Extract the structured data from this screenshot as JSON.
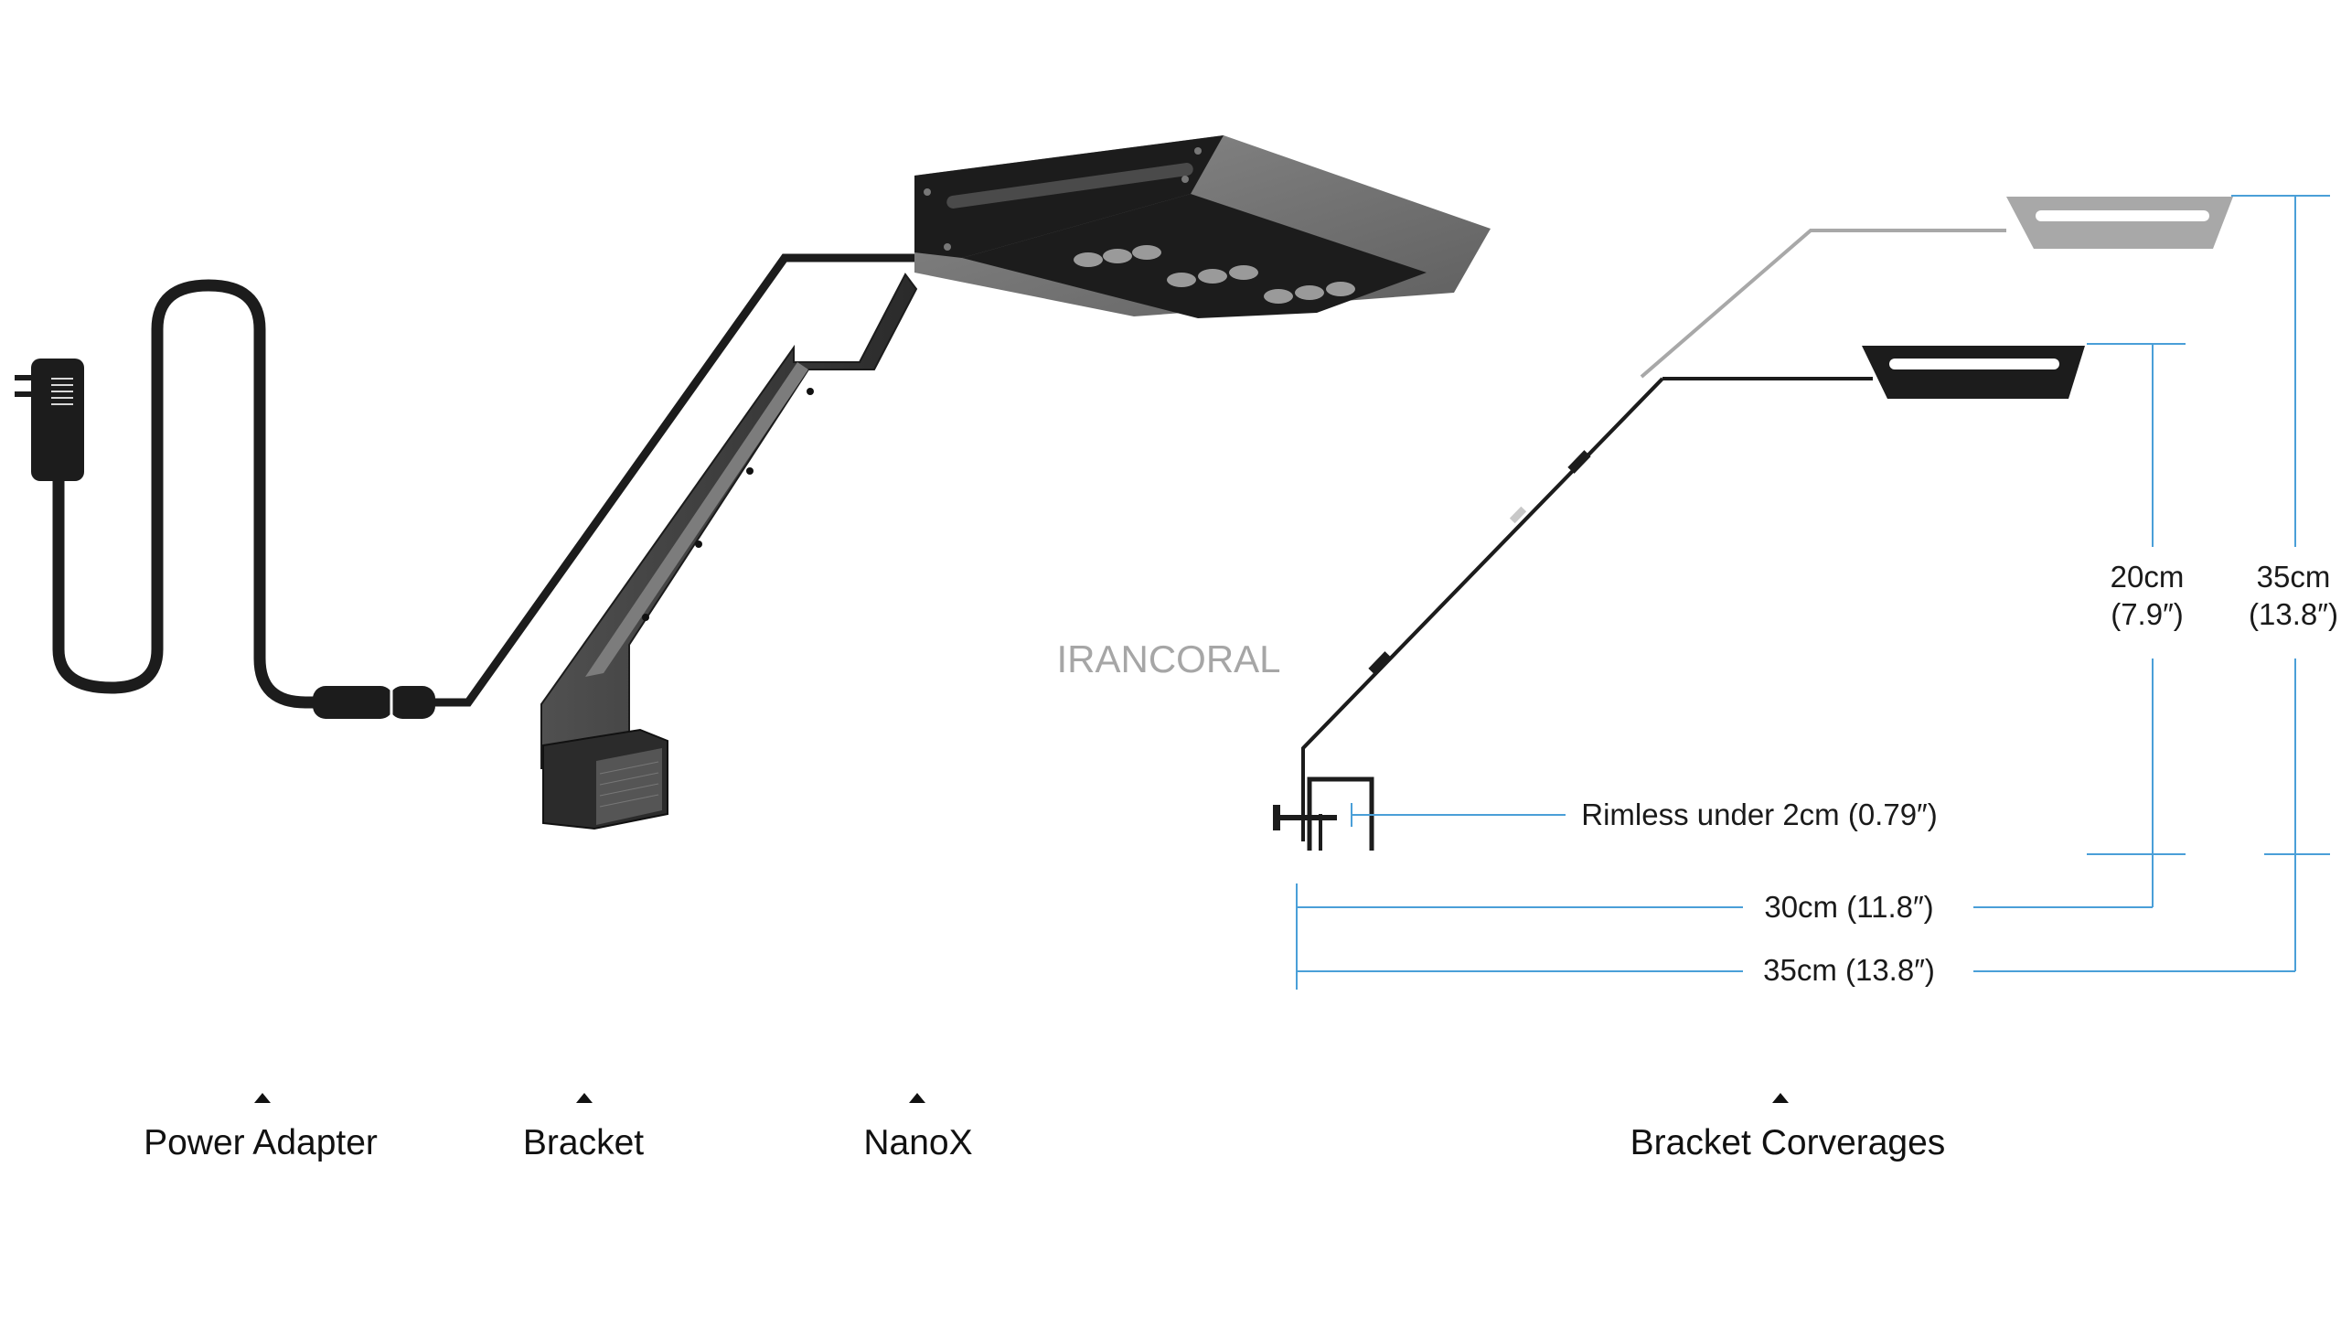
{
  "watermark": "IRANCORAL",
  "captions": {
    "power_adapter": "Power Adapter",
    "bracket": "Bracket",
    "nanox": "NanoX",
    "bracket_coverages": "Bracket Corverages"
  },
  "dimensions": {
    "rimless": "Rimless under 2cm (0.79″)",
    "width_30": "30cm (11.8″)",
    "width_35": "35cm (13.8″)",
    "height_20_cm": "20cm",
    "height_20_in": "(7.9″)",
    "height_35_cm": "35cm",
    "height_35_in": "(13.8″)"
  },
  "colors": {
    "dimension_line": "#4a9fd8",
    "product_dark": "#1c1c1c",
    "product_grey": "#6e6e6e",
    "ghost_light": "#a8a8a8",
    "watermark": "#a6a6a6"
  },
  "icons": {
    "caption_pointer": "triangle-up-icon"
  }
}
